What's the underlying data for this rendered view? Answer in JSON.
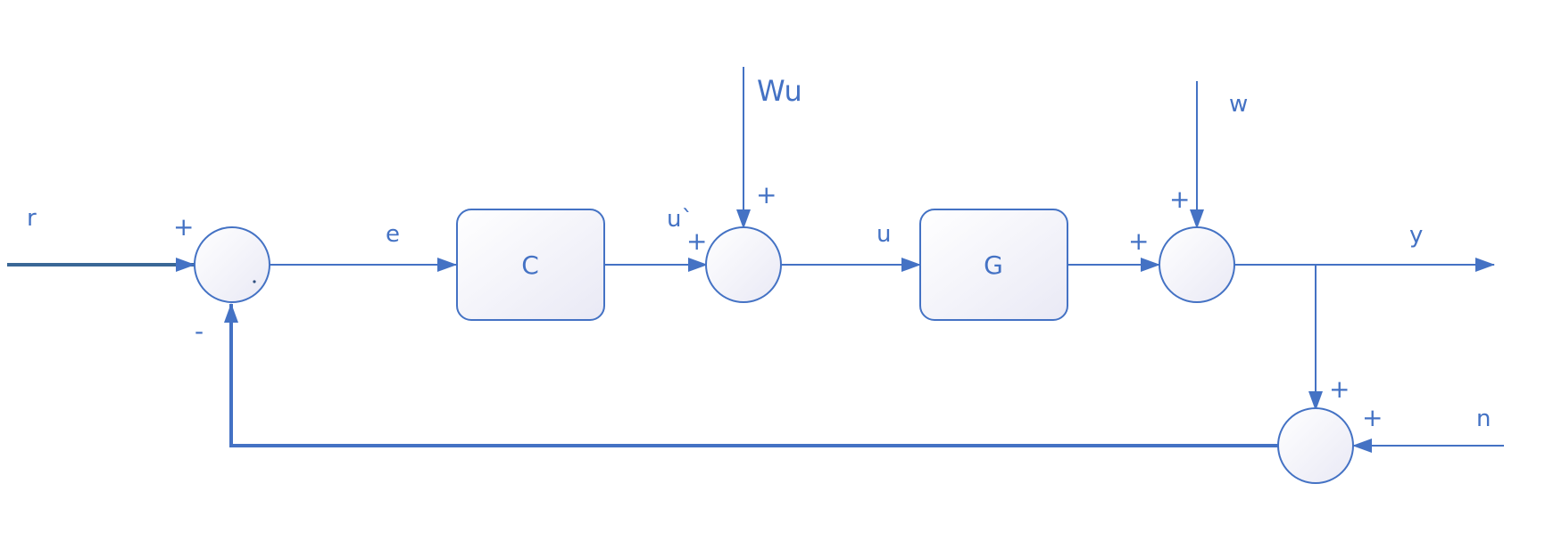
{
  "colors": {
    "line": "#4472c4",
    "input_line": "#3a6796",
    "node_fill_start": "#ffffff",
    "node_fill_end": "#e9e9f5",
    "background": "#ffffff"
  },
  "signals": {
    "r": "r",
    "e": "e",
    "u_prime": "u`",
    "u": "u",
    "Wu": "Wu",
    "w": "w",
    "y": "y",
    "n": "n"
  },
  "blocks": {
    "controller": "C",
    "plant": "G"
  },
  "signs": {
    "sum1_top": "+",
    "sum1_bottom": "-",
    "sum2_left": "+",
    "sum2_top": "+",
    "sum3_left": "+",
    "sum3_top": "+",
    "sum4_top": "+",
    "sum4_right": "+"
  }
}
